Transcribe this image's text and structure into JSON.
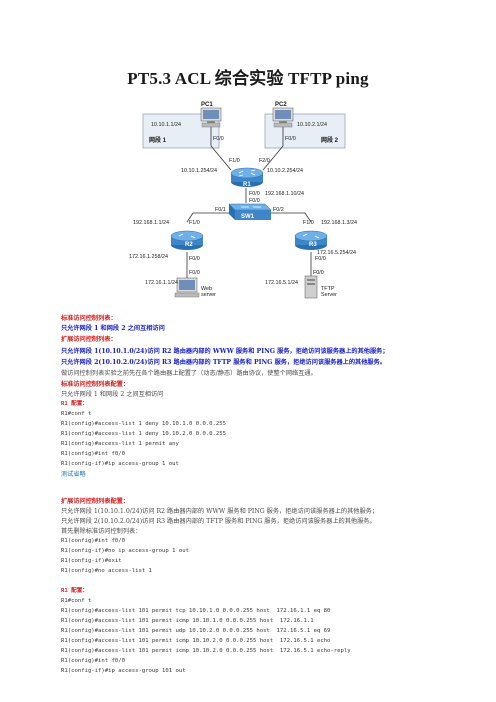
{
  "title": "PT5.3 ACL 综合实验 TFTP ping",
  "topology": {
    "pc1_label": "PC1",
    "pc2_label": "PC2",
    "pc1_ip": "10.10.1.1/24",
    "pc2_ip": "10.10.2.1/24",
    "net1_label": "网段 1",
    "net2_label": "网段 2",
    "pc1_port": "F0/0",
    "pc2_port": "F0/0",
    "r1_f10": "F1/0",
    "r1_f20": "F2/0",
    "r1_f10_ip": "10.10.1.254/24",
    "r1_f20_ip": "10.10.2.254/24",
    "r1_label": "R1",
    "r1_f00": "F0/0",
    "r1_f00_ip": "192.168.1.10/24",
    "sw_f00": "F0/0",
    "sw_f01": "F0/1",
    "sw_f02": "F0/2",
    "sw_label": "SW1",
    "r2_ip": "192.168.1.1/24",
    "r2_f10": "F1/0",
    "r3_f10": "F1/0",
    "r3_ip": "192.168.1.3/24",
    "r2_label": "R2",
    "r3_label": "R3",
    "r2_lan_ip": "172.16.1.258/24",
    "r2_lan_port": "F0/0",
    "r3_lan_ip": "172.16.5.254/24",
    "r3_lan_port": "F0/0",
    "web_port": "F0/0",
    "tftp_port": "F0/0",
    "web_ip": "172.16.1.1/24",
    "tftp_ip": "172.16.5.1/24",
    "web_label1": "Web",
    "web_label2": "server",
    "tftp_label1": "TFTP",
    "tftp_label2": "Server"
  },
  "lines": [
    "标准访问控制列表：",
    "只允许网段 1 和网段 2 之间互相访问",
    "扩展访问控制列表：",
    "只允许网段 1(10.10.1.0/24)访问 R2 路由器内部的 WWW 服务和 PING 服务，拒绝访问该服务器上的其他服务；",
    "只允许网段 2(10.10.2.0/24)访问 R3 路由器内部的 TFTP 服务和 PING 服务，拒绝访问该服务器上的其他服务。",
    "做访问控制列表实验之前先在各个路由器上配置了（动态/静态）路由协议，使整个网络互通。",
    "标准访问控制列表配置：",
    "只允许网段 1 和网段 2 之间互相访问",
    "R1 配置：",
    "R1#conf t",
    "R1(config)#access-list 1 deny 10.10.1.0 0.0.0.255",
    "R1(config)#access-list 1 deny 10.10.2.0 0.0.0.255",
    "R1(config)#access-list 1 permit any",
    "R1(config)#int f0/0",
    "R1(config-if)#ip access-group 1 out",
    "测试省略",
    "扩展访问控制列表配置：",
    "只允许网段 1(10.10.1.0/24)访问 R2 路由器内部的 WWW 服务和 PING 服务，拒绝访问该服务器上的其他服务；",
    "只允许网段 2(10.10.2.0/24)访问 R3 路由器内部的 TFTP 服务和 PING 服务，拒绝访问该服务器上的其他服务。",
    "首先删除标准访问控制列表：",
    "R1(config)#int f0/0",
    "R1(config-if)#no ip access-group 1 out",
    "R1(config-if)#exit",
    "R1(config)#no access-list 1",
    "R1 配置：",
    "R1#conf t",
    "R1(config)#access-list 101 permit tcp 10.10.1.0 0.0.0.255 host  172.16.1.1 eq 80",
    "R1(config)#access-list 101 permit icmp 10.10.1.0 0.0.0.255 host  172.16.1.1",
    "R1(config)#access-list 101 permit udp 10.10.2.0 0.0.0.255 host  172.16.5.1 eq 69",
    "R1(config)#access-list 101 permit icmp 10.10.2.0 0.0.0.255 host  172.16.5.1 echo",
    "R1(config)#access-list 101 permit icmp 10.10.2.0 0.0.0.255 host  172.16.5.1 echo-reply",
    "R1(config)#int f0/0",
    "R1(config-if)#ip access-group 101 out"
  ]
}
